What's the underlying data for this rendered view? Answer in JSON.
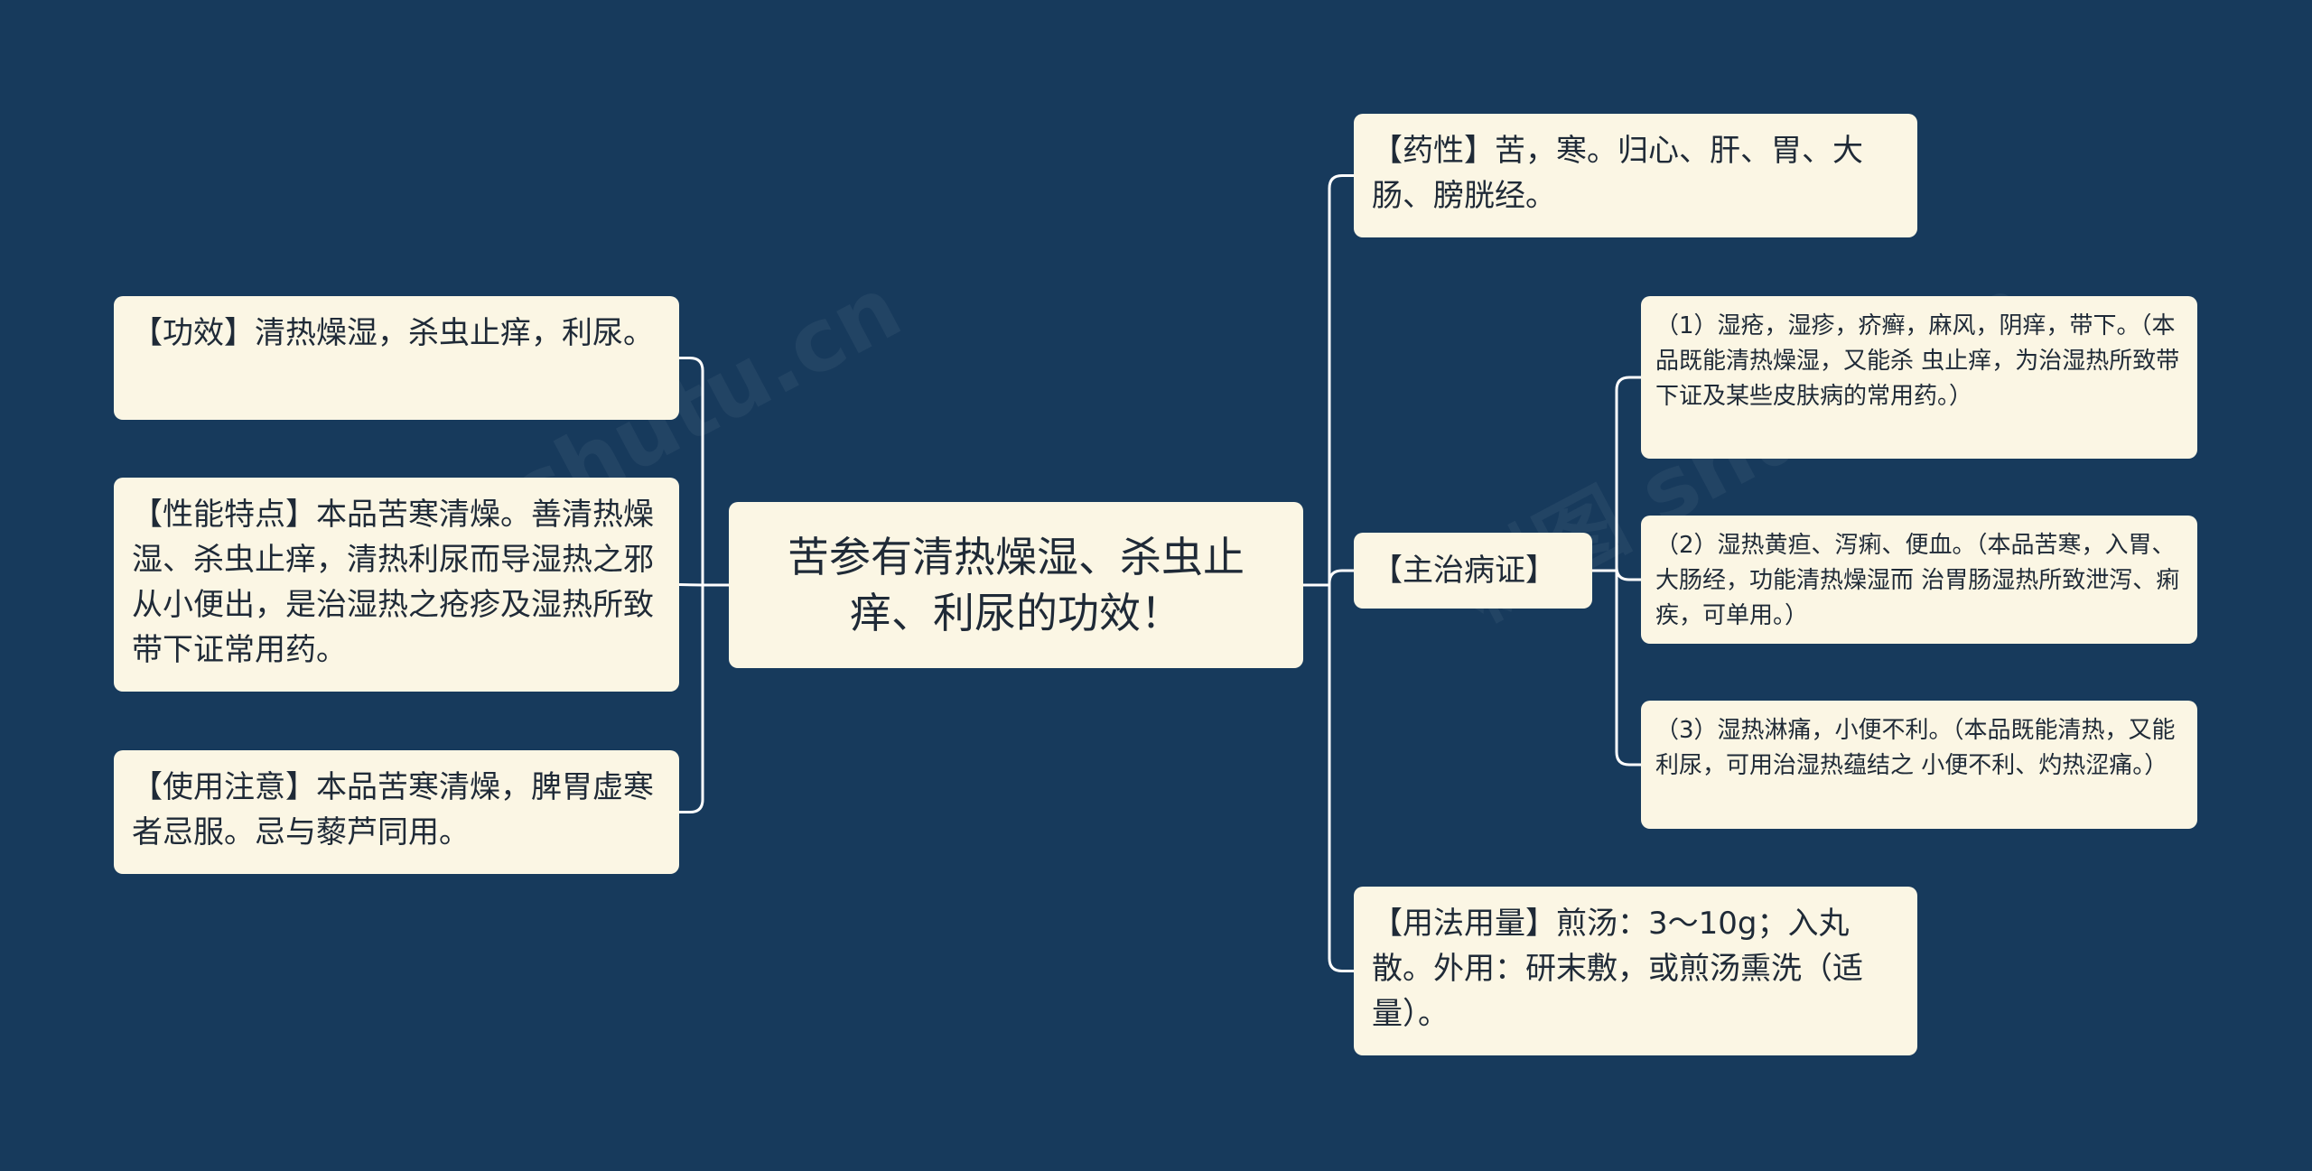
{
  "center": {
    "text": "苦参有清热燥湿、杀虫止痒、利尿的功效！"
  },
  "left": [
    {
      "id": "gongxiao",
      "text": "【功效】清热燥湿，杀虫止痒，利尿。"
    },
    {
      "id": "xingneng",
      "text": "【性能特点】本品苦寒清燥。善清热燥湿、杀虫止痒，清热利尿而导湿热之邪从小便出，是治湿热之疮疹及湿热所致带下证常用药。"
    },
    {
      "id": "zhuyi",
      "text": "【使用注意】本品苦寒清燥，脾胃虚寒者忌服。忌与藜芦同用。"
    }
  ],
  "right": [
    {
      "id": "yaoxing",
      "text": "【药性】苦，寒。归心、肝、胃、大肠、膀胱经。"
    },
    {
      "id": "zhuzhi",
      "text": "【主治病证】"
    },
    {
      "id": "yongfa",
      "text": "【用法用量】煎汤：3～10g；入丸散。外用：研末敷，或煎汤熏洗（适量）。"
    }
  ],
  "zhuzhi_children": [
    {
      "id": "c1",
      "text": "（1）湿疮，湿疹，疥癣，麻风，阴痒，带下。（本品既能清热燥湿，又能杀 虫止痒，为治湿热所致带下证及某些皮肤病的常用药。）"
    },
    {
      "id": "c2",
      "text": "（2）湿热黄疸、泻痢、便血。（本品苦寒，入胃、大肠经，功能清热燥湿而 治胃肠湿热所致泄泻、痢疾，可单用。）"
    },
    {
      "id": "c3",
      "text": "（3）湿热淋痛，小便不利。（本品既能清热，又能利尿，可用治湿热蕴结之 小便不利、灼热涩痛。）"
    }
  ],
  "colors": {
    "background": "#173a5c",
    "node": "#fbf6e4",
    "line": "#ffffff",
    "text": "#1f2a37"
  }
}
